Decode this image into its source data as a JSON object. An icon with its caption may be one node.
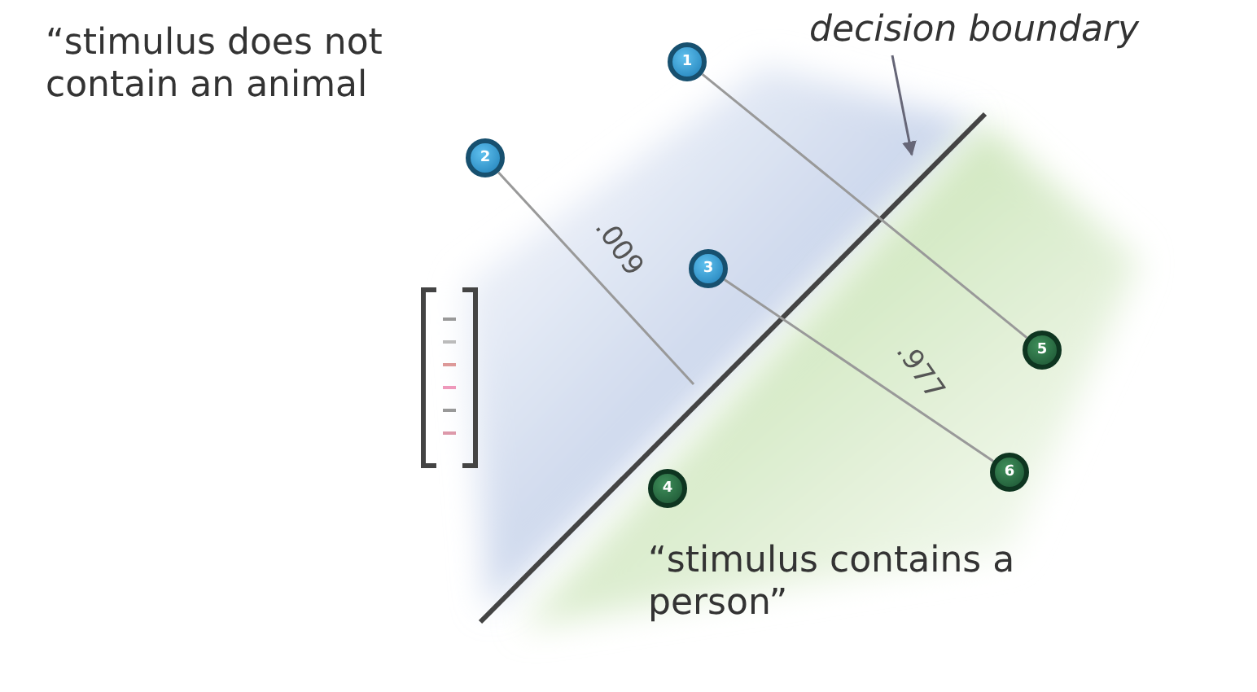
{
  "diagram": {
    "nodes": [
      {
        "text": [
          "1"
        ]
      },
      {
        "text": [
          "2"
        ]
      },
      {
        "text": [
          "3"
        ]
      },
      {
        "text": [
          "4"
        ]
      },
      {
        "text": [
          "5"
        ]
      },
      {
        "text": [
          "6"
        ]
      },
      {
        "text": [
          "decision boundary"
        ]
      }
    ],
    "edges": [
      {
        "from": 0,
        "to": 4,
        "arrow": "none"
      },
      {
        "from": 2,
        "to": 5,
        "arrow": "none",
        "label": ".977"
      },
      {
        "from": 1,
        "to": null,
        "arrow": "none",
        "label": ".009"
      },
      {
        "from": 6,
        "to": null,
        "arrow": "to"
      }
    ],
    "labels": [
      "“stimulus does not contain an animal",
      "“stimulus contains a person”"
    ]
  }
}
